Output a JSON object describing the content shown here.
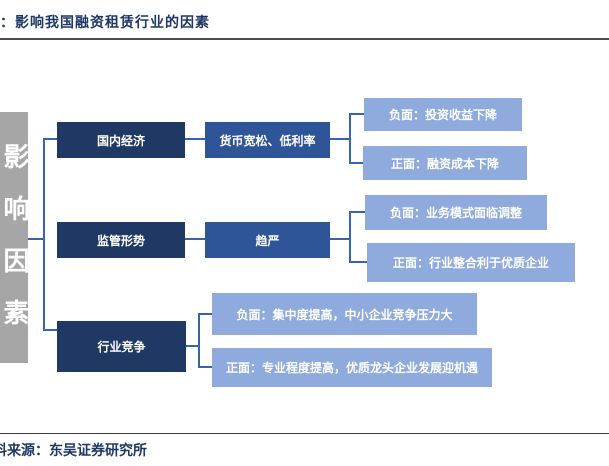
{
  "title": "：影响我国融资租赁行业的因素",
  "source": {
    "prefix_fragment": "料",
    "label": "来源：东吴证券研究所"
  },
  "colors": {
    "dark_navy": "#1f3864",
    "medium_blue": "#2e5597",
    "light_blue": "#8faadc",
    "gray": "#a6a6a6",
    "connector": "#3665ae",
    "rule_dark": "#4d4d4d",
    "title_text": "#1f3864"
  },
  "diagram": {
    "root_label": "影响因素",
    "rows": [
      {
        "category": "国内经济",
        "middle": "货币宽松、低利率",
        "outcomes": [
          "负面：投资收益下降",
          "正面：融资成本下降"
        ]
      },
      {
        "category": "监管形势",
        "middle": "趋严",
        "outcomes": [
          "负面：业务模式面临调整",
          "正面：行业整合利于优质企业"
        ]
      },
      {
        "category": "行业竞争",
        "outcomes": [
          "负面：集中度提高，中小企业竞争压力大",
          "正面：专业程度提高，优质龙头企业发展迎机遇"
        ]
      }
    ]
  }
}
